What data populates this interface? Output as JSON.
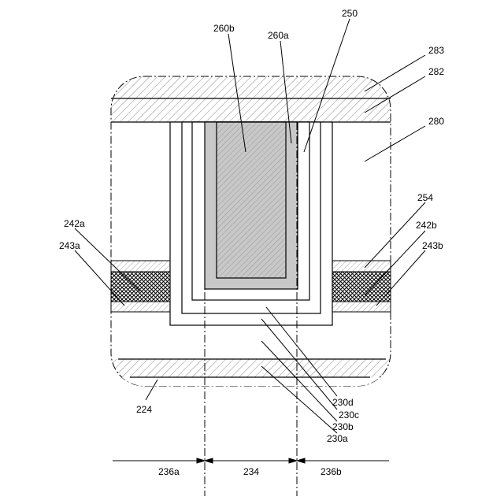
{
  "labels": {
    "l260b": "260b",
    "l260a": "260a",
    "l250": "250",
    "l283": "283",
    "l282": "282",
    "l280": "280",
    "l254": "254",
    "l242a": "242a",
    "l243a": "243a",
    "l242b": "242b",
    "l243b": "243b",
    "l224": "224",
    "l230d": "230d",
    "l230c": "230c",
    "l230b": "230b",
    "l230a": "230a",
    "l236a": "236a",
    "l234": "234",
    "l236b": "236b"
  },
  "colors": {
    "line": "#000000",
    "hatch": "#7a7a7a",
    "gray_fill": "#c8c8c8",
    "background": "#ffffff"
  }
}
